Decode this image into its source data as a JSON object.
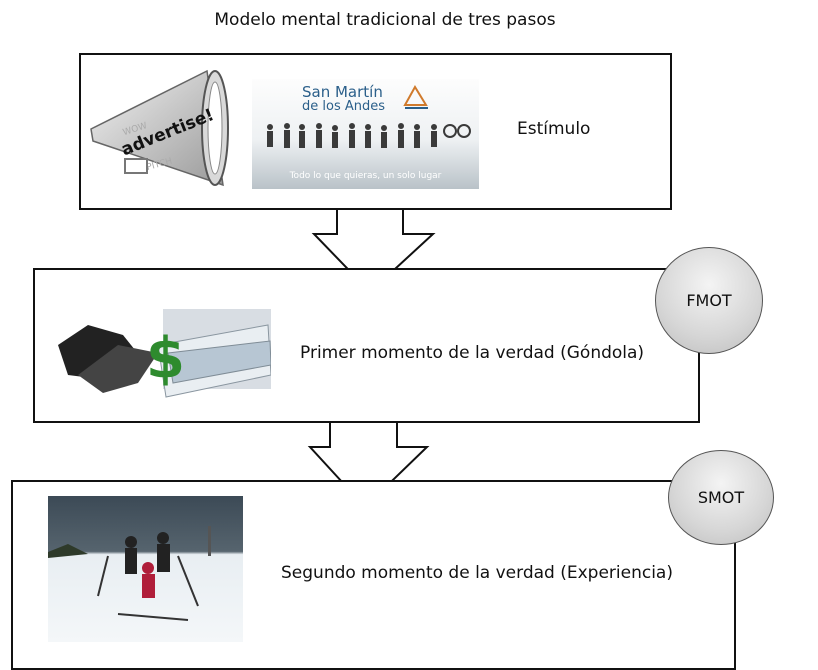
{
  "title": "Modelo mental tradicional de tres pasos",
  "steps": [
    {
      "label": "Estímulo",
      "images": [
        {
          "name": "megaphone-advertise-image",
          "text": "advertise!"
        },
        {
          "name": "san-martin-poster-image",
          "brand_line1": "San Martín",
          "brand_line2": "de los Andes",
          "tagline": "Todo lo que quieras, un solo lugar"
        }
      ]
    },
    {
      "label": "Primer momento de la verdad (Góndola)",
      "badge": "FMOT",
      "images": [
        {
          "name": "handshake-money-tickets-image"
        }
      ]
    },
    {
      "label": "Segundo momento de la verdad (Experiencia)",
      "badge": "SMOT",
      "images": [
        {
          "name": "skiers-photo-image"
        }
      ]
    }
  ]
}
